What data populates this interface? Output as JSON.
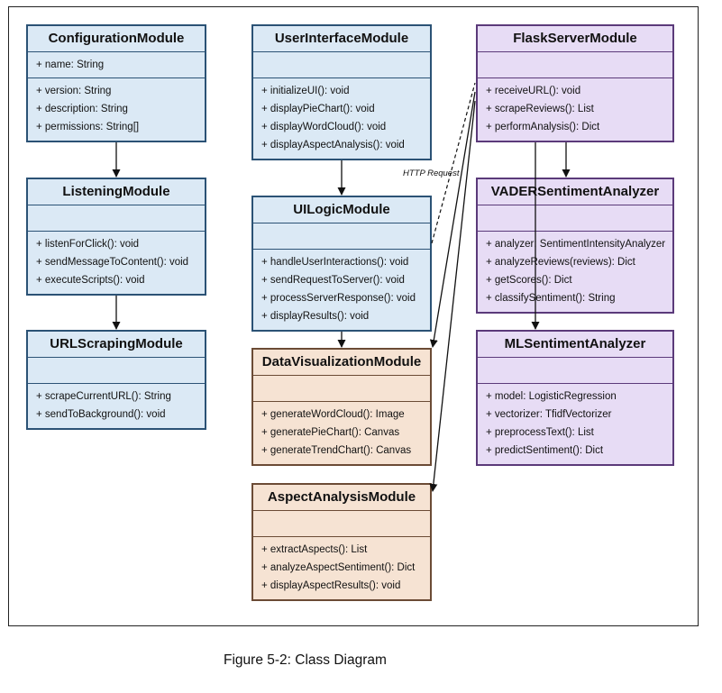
{
  "caption": "Figure 5-2: Class Diagram",
  "http_label": "HTTP Request",
  "classes": {
    "configuration": {
      "name": "ConfigurationModule",
      "attributes": [
        "+ name: String"
      ],
      "methods": [
        "+ version: String",
        "+ description: String",
        "+ permissions: String[]"
      ]
    },
    "listening": {
      "name": "ListeningModule",
      "attributes": [],
      "methods": [
        "+ listenForClick(): void",
        "+ sendMessageToContent(): void",
        "+ executeScripts(): void"
      ]
    },
    "urlscraping": {
      "name": "URLScrapingModule",
      "attributes": [],
      "methods": [
        "+ scrapeCurrentURL(): String",
        "+ sendToBackground(): void"
      ]
    },
    "userinterface": {
      "name": "UserInterfaceModule",
      "attributes": [],
      "methods": [
        "+ initializeUI(): void",
        "+ displayPieChart(): void",
        "+ displayWordCloud(): void",
        "+ displayAspectAnalysis(): void"
      ]
    },
    "uilogic": {
      "name": "UILogicModule",
      "attributes": [],
      "methods": [
        "+ handleUserInteractions(): void",
        "+ sendRequestToServer(): void",
        "+ processServerResponse(): void",
        "+ displayResults(): void"
      ]
    },
    "datavis": {
      "name": "DataVisualizationModule",
      "attributes": [],
      "methods": [
        "+ generateWordCloud(): Image",
        "+ generatePieChart(): Canvas",
        "+ generateTrendChart(): Canvas"
      ]
    },
    "aspect": {
      "name": "AspectAnalysisModule",
      "attributes": [],
      "methods": [
        "+ extractAspects(): List",
        "+ analyzeAspectSentiment(): Dict",
        "+ displayAspectResults(): void"
      ]
    },
    "flask": {
      "name": "FlaskServerModule",
      "attributes": [],
      "methods": [
        "+ receiveURL(): void",
        "+ scrapeReviews(): List",
        "+ performAnalysis(): Dict"
      ]
    },
    "vader": {
      "name": "VADERSentimentAnalyzer",
      "attributes": [],
      "methods": [
        "+ analyzer: SentimentIntensityAnalyzer",
        "+ analyzeReviews(reviews): Dict",
        "+ getScores(): Dict",
        "+ classifySentiment(): String"
      ]
    },
    "ml": {
      "name": "MLSentimentAnalyzer",
      "attributes": [],
      "methods": [
        "+ model: LogisticRegression",
        "+ vectorizer: TfidfVectorizer",
        "+ preprocessText(): List",
        "+ predictSentiment(): Dict"
      ]
    }
  }
}
